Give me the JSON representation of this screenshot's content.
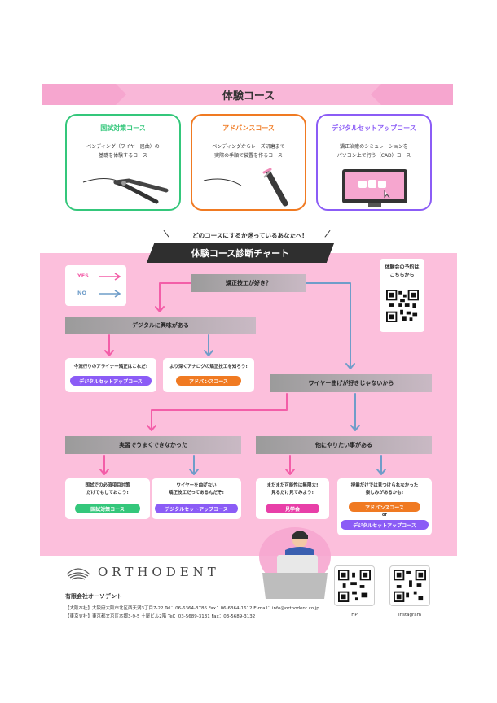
{
  "header": {
    "title": "体験コース"
  },
  "courses": [
    {
      "title": "国試対策コース",
      "desc1": "ベンディング（ワイヤー屈曲）の",
      "desc2": "基礎を体験するコース",
      "color": "#34c77b"
    },
    {
      "title": "アドバンスコース",
      "desc1": "ベンディングからレーズ研磨まで",
      "desc2": "実際の手順で装置を作るコース",
      "color": "#f07a22"
    },
    {
      "title": "デジタルセットアップコース",
      "desc1": "矯正治療のシミュレーションを",
      "desc2": "パソコン上で行う（CAD）コース",
      "color": "#8b5cf6"
    }
  ],
  "question": "どのコースにするか迷っているあなたへ!",
  "chart_title": "体験コース診断チャート",
  "legend": {
    "yes": "YES",
    "no": "NO"
  },
  "reserve": {
    "line1": "体験会の予約は",
    "line2": "こちらから"
  },
  "flow": {
    "q1": "矯正技工が好き？",
    "q2": "デジタルに興味がある",
    "q3": "ワイヤー曲げが好きじゃないから",
    "q4": "実習でうまくできなかった",
    "q5": "他にやりたい事がある",
    "r1": {
      "text": "今流行りのアライナー矯正はこれだ!",
      "pill": "デジタルセットアップコース"
    },
    "r2": {
      "text": "より深くアナログの矯正技工を知ろう!",
      "pill": "アドバンスコース"
    },
    "r3": {
      "text1": "国試での必須項目対策",
      "text2": "だけでもしておこう!",
      "pill": "国試対策コース"
    },
    "r4": {
      "text1": "ワイヤーを曲げない",
      "text2": "矯正技工だってあるんだぞ!",
      "pill": "デジタルセットアップコース"
    },
    "r5": {
      "text1": "まだまだ可能性は無限大!",
      "text2": "見るだけ見てみよう!",
      "pill": "見学会"
    },
    "r6": {
      "text1": "授業だけでは見つけられなかった",
      "text2": "楽しみがあるかも!",
      "pill1": "アドバンスコース",
      "or": "or",
      "pill2": "デジタルセットアップコース"
    }
  },
  "colors": {
    "pink": "#f35ea8",
    "blue": "#6f9dc9",
    "orange": "#f07a22",
    "purple": "#8b5cf6",
    "green": "#34c77b",
    "magenta": "#e83fa8"
  },
  "footer": {
    "logo": "ORTHODENT",
    "company": "有限会社オーソデント",
    "addr1": "【大阪本社】大阪府大阪市北区西天満3丁目7-22  Tel：06-6364-3786  Fax：06-6364-1612  E-mail：info@orthodent.co.jp",
    "addr2": "【東京支社】東京都文京区本郷3-9-5 土屋ビル2階  Tel：03-5689-3131  Fax：03-5689-3132",
    "hp": "HP",
    "instagram": "Instagram"
  }
}
